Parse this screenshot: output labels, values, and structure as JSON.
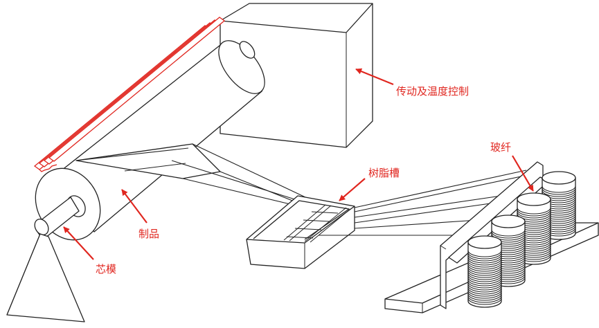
{
  "labels": {
    "transmission": "传动及温度控制",
    "fiberglass": "玻纤",
    "resin_tank": "树脂槽",
    "product": "制品",
    "mandrel": "芯模"
  },
  "colors": {
    "line": "#222222",
    "arrow": "#e0261f",
    "label_text": "#e0261f",
    "background": "#ffffff",
    "product_strip": "#e0261f"
  },
  "spool_count": 4
}
